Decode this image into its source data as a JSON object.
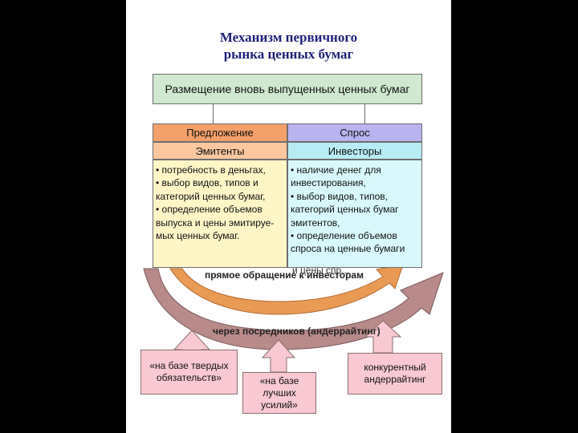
{
  "title_line1": "Механизм первичного",
  "title_line2": "рынка ценных бумаг",
  "top_box": "Размещение вновь выпущенных ценных бумаг",
  "offer": "Предложение",
  "demand": "Спрос",
  "emitters": "Эмитенты",
  "investors": "Инвесторы",
  "emitter_items": [
    "потребность в деньгах,",
    "выбор видов, типов и категорий ценных бумаг,",
    "определение объемов выпуска и цены эмитируе-мых ценных бумаг."
  ],
  "investor_items": [
    "наличие денег для инвестирования,",
    "выбор видов, типов, категорий ценных бумаг эмитентов,",
    "определение объемов спроса на ценные бумаги"
  ],
  "investor_overflow": "и цены спр...",
  "direct_label": "прямое обращение к инвесторам",
  "via_label": "через посредников (андеррайтинг)",
  "firm": "«на базе твердых обязательств»",
  "best_efforts": "«на базе лучших усилий»",
  "competitive": "конкурентный андеррайтинг",
  "colors": {
    "title": "#1f1f7a",
    "top_box": "#cfe8cf",
    "offer": "#f4a06a",
    "demand": "#b9b3f0",
    "emitters": "#fcc79f",
    "investors": "#b8ecf4",
    "big_arrow": "#b88a8a",
    "orange_arrow": "#e99a55",
    "pink_box": "#f8c9d2"
  }
}
